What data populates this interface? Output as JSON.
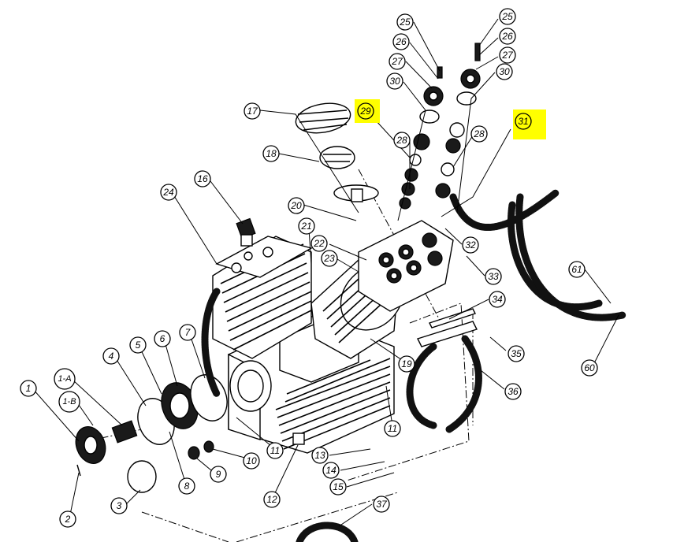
{
  "highlight_color": "#ffff00",
  "callouts": [
    {
      "id": "c1",
      "label": "1",
      "highlight": false
    },
    {
      "id": "c1a",
      "label": "1-A",
      "highlight": false
    },
    {
      "id": "c1b",
      "label": "1-B",
      "highlight": false
    },
    {
      "id": "c2",
      "label": "2",
      "highlight": false
    },
    {
      "id": "c3",
      "label": "3",
      "highlight": false
    },
    {
      "id": "c4",
      "label": "4",
      "highlight": false
    },
    {
      "id": "c5",
      "label": "5",
      "highlight": false
    },
    {
      "id": "c6",
      "label": "6",
      "highlight": false
    },
    {
      "id": "c7",
      "label": "7",
      "highlight": false
    },
    {
      "id": "c8",
      "label": "8",
      "highlight": false
    },
    {
      "id": "c9",
      "label": "9",
      "highlight": false
    },
    {
      "id": "c10",
      "label": "10",
      "highlight": false
    },
    {
      "id": "c11a",
      "label": "11",
      "highlight": false
    },
    {
      "id": "c11b",
      "label": "11",
      "highlight": false
    },
    {
      "id": "c12",
      "label": "12",
      "highlight": false
    },
    {
      "id": "c13",
      "label": "13",
      "highlight": false
    },
    {
      "id": "c14",
      "label": "14",
      "highlight": false
    },
    {
      "id": "c15",
      "label": "15",
      "highlight": false
    },
    {
      "id": "c16",
      "label": "16",
      "highlight": false
    },
    {
      "id": "c17",
      "label": "17",
      "highlight": false
    },
    {
      "id": "c18",
      "label": "18",
      "highlight": false
    },
    {
      "id": "c19",
      "label": "19",
      "highlight": false
    },
    {
      "id": "c20",
      "label": "20",
      "highlight": false
    },
    {
      "id": "c21",
      "label": "21",
      "highlight": false
    },
    {
      "id": "c22",
      "label": "22",
      "highlight": false
    },
    {
      "id": "c23",
      "label": "23",
      "highlight": false
    },
    {
      "id": "c24",
      "label": "24",
      "highlight": false
    },
    {
      "id": "c25a",
      "label": "25",
      "highlight": false
    },
    {
      "id": "c26a",
      "label": "26",
      "highlight": false
    },
    {
      "id": "c27a",
      "label": "27",
      "highlight": false
    },
    {
      "id": "c30a",
      "label": "30",
      "highlight": false
    },
    {
      "id": "c28a",
      "label": "28",
      "highlight": false
    },
    {
      "id": "c29",
      "label": "29",
      "highlight": true
    },
    {
      "id": "c25b",
      "label": "25",
      "highlight": false
    },
    {
      "id": "c26b",
      "label": "26",
      "highlight": false
    },
    {
      "id": "c27b",
      "label": "27",
      "highlight": false
    },
    {
      "id": "c30b",
      "label": "30",
      "highlight": false
    },
    {
      "id": "c28b",
      "label": "28",
      "highlight": false
    },
    {
      "id": "c31",
      "label": "31",
      "highlight": true
    },
    {
      "id": "c32",
      "label": "32",
      "highlight": false
    },
    {
      "id": "c33",
      "label": "33",
      "highlight": false
    },
    {
      "id": "c34",
      "label": "34",
      "highlight": false
    },
    {
      "id": "c35",
      "label": "35",
      "highlight": false
    },
    {
      "id": "c36",
      "label": "36",
      "highlight": false
    },
    {
      "id": "c37",
      "label": "37",
      "highlight": false
    },
    {
      "id": "c60",
      "label": "60",
      "highlight": false
    },
    {
      "id": "c61",
      "label": "61",
      "highlight": false
    }
  ]
}
